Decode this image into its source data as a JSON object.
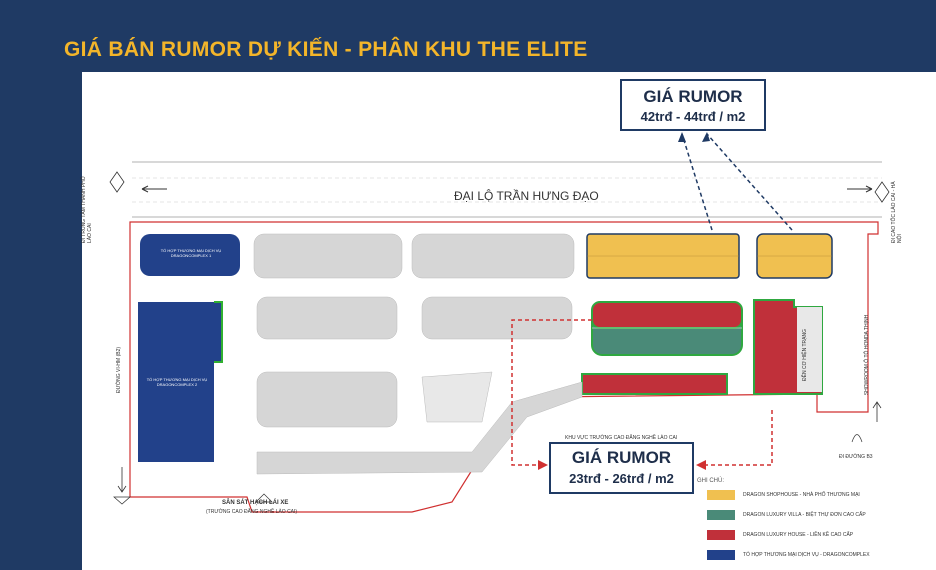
{
  "title": "GIÁ BÁN RUMOR DỰ KIẾN - PHÂN KHU THE ELITE",
  "price_top": {
    "label": "GIÁ RUMOR",
    "value": "42trđ - 44trđ / m2"
  },
  "price_bottom": {
    "label": "GIÁ RUMOR",
    "value": "23trđ - 26trđ / m2"
  },
  "map": {
    "boulevard": "ĐẠI LỘ TRẦN HƯNG ĐẠO",
    "left_direction": "ĐI TRUNG TÂM THÀNH PHỐ LÀO CAI",
    "right_direction": "ĐI CAO TỐC LÀO CAI - HÀ NỘI",
    "complex_1": "TỔ HỢP THƯƠNG MẠI DỊCH VỤ DRAGONCOMPLEX 1",
    "complex_2": "TỔ HỢP THƯƠNG MẠI DỊCH VỤ DRAGONCOMPLEX 2",
    "left_road": "ĐƯỜNG VI-HM (B2)",
    "showroom": "SHOWROOM Ô TÔ HONDA THỊNH",
    "temple": "ĐỀN CƠ HIỆN TRẠNG",
    "school_area": "KHU VỰC TRƯỜNG CAO ĐẲNG NGHỀ LÀO CAI",
    "driving_test": "SÂN SÁT HẠCH LÁI XE",
    "driving_test_sub": "(TRƯỜNG CAO ĐẲNG NGHỀ LÀO CAI)",
    "road_b3": "ĐI ĐƯỜNG B3"
  },
  "legend": {
    "title": "GHI CHÚ:",
    "items": [
      {
        "label": "DRAGON SHOPHOUSE - NHÀ PHỐ THƯƠNG MẠI",
        "color": "#f0c050"
      },
      {
        "label": "DRAGON LUXURY VILLA - BIỆT THỰ ĐƠN CAO CẤP",
        "color": "#4a8a78"
      },
      {
        "label": "DRAGON LUXURY HOUSE - LIỀN KỀ CAO CẤP",
        "color": "#c0303a"
      },
      {
        "label": "TỔ HỢP THƯƠNG MẠI DỊCH VỤ - DRAGONCOMPLEX",
        "color": "#22418a"
      }
    ]
  },
  "colors": {
    "background": "#1f3a64",
    "title": "#f3b52a",
    "shophouse": "#f0c050",
    "villa": "#4a8a78",
    "luxury_house": "#c0303a",
    "complex": "#22418a"
  }
}
